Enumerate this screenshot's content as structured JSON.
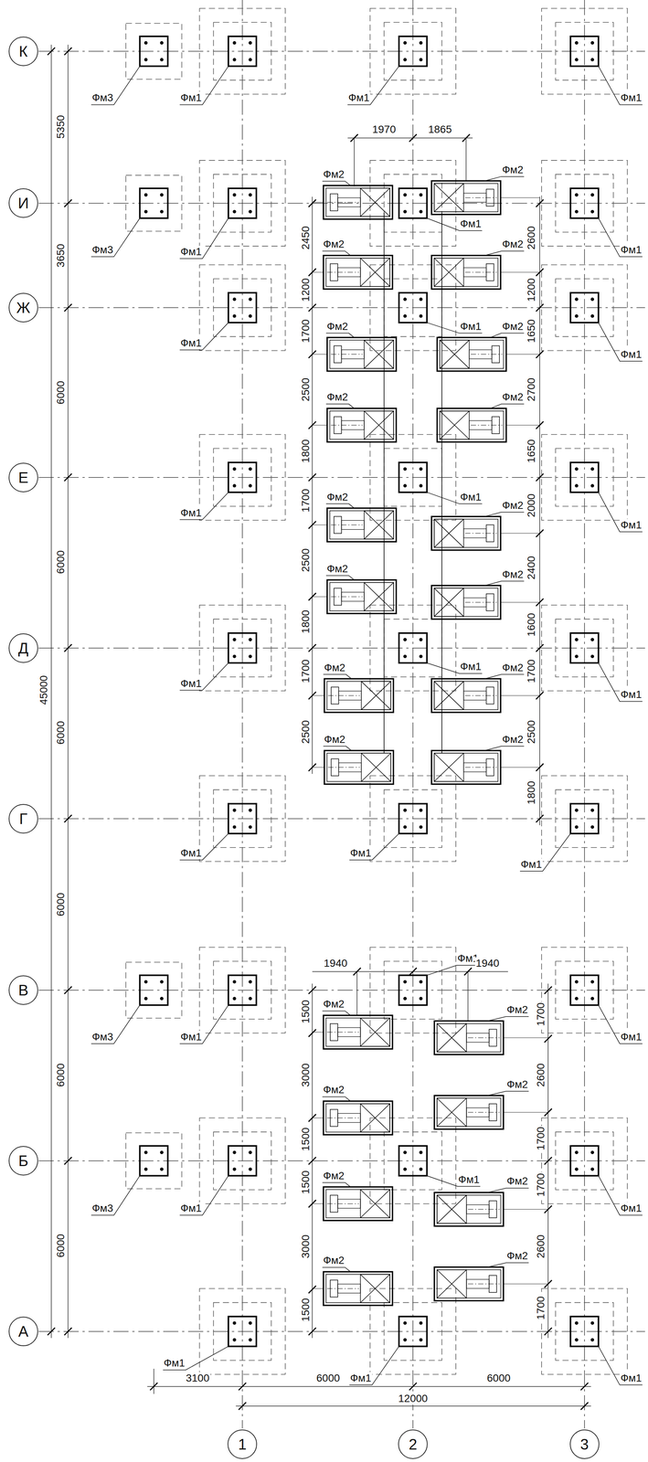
{
  "diagram": {
    "nodes": [
      {
        "text": [
          "К"
        ]
      },
      {
        "text": [
          "И"
        ]
      },
      {
        "text": [
          "Ж"
        ]
      },
      {
        "text": [
          "Е"
        ]
      },
      {
        "text": [
          "Д"
        ]
      },
      {
        "text": [
          "Г"
        ]
      },
      {
        "text": [
          "В"
        ]
      },
      {
        "text": [
          "Б"
        ]
      },
      {
        "text": [
          "А"
        ]
      },
      {
        "text": [
          "1"
        ]
      },
      {
        "text": [
          "2"
        ]
      },
      {
        "text": [
          "3"
        ]
      }
    ],
    "labels": [
      "Фм3",
      "Фм1",
      "Фм1",
      "Фм1",
      "Фм3",
      "Фм1",
      "Фм1",
      "Фм1",
      "Фм1",
      "Фм1",
      "Фм1",
      "Фм1",
      "Фм1",
      "Фм1",
      "Фм1",
      "Фм1",
      "Фм1",
      "Фм1",
      "Фм1",
      "Фм1",
      "Фм3",
      "Фм1",
      "Фм1",
      "Фм1",
      "Фм3",
      "Фм1",
      "Фм1",
      "Фм1",
      "Фм1",
      "Фм1",
      "Фм1",
      "Фм2",
      "Фм2",
      "Фм2",
      "Фм2",
      "Фм2",
      "Фм2",
      "Фм2",
      "Фм2",
      "Фм2",
      "Фм2",
      "Фм2",
      "Фм2",
      "Фм2",
      "Фм2",
      "Фм2",
      "Фм2",
      "Фм2",
      "Фм2",
      "Фм2",
      "Фм2",
      "Фм2",
      "Фм2",
      "Фм2",
      "Фм2",
      "5350",
      "3650",
      "6000",
      "6000",
      "6000",
      "6000",
      "6000",
      "6000",
      "45000",
      "1970",
      "1865",
      "2450",
      "1200",
      "1700",
      "2500",
      "1800",
      "1700",
      "2500",
      "1800",
      "1700",
      "2500",
      "2600",
      "1200",
      "1650",
      "2700",
      "1650",
      "2000",
      "2400",
      "1600",
      "1700",
      "2500",
      "1800",
      "1940",
      "1940",
      "1500",
      "3000",
      "1500",
      "1500",
      "3000",
      "1500",
      "1700",
      "2600",
      "1700",
      "1700",
      "2600",
      "1700",
      "3100",
      "6000",
      "6000",
      "12000"
    ]
  }
}
